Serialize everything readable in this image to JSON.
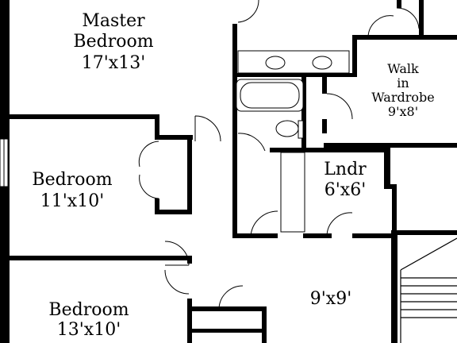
{
  "rooms": {
    "master_bedroom": {
      "name_line1": "Master",
      "name_line2": "Bedroom",
      "size": "17'x13'"
    },
    "walk_in_wardrobe": {
      "line1": "Walk",
      "line2": "in",
      "line3": "Wardrobe",
      "size": "9'x8'"
    },
    "bedroom_1": {
      "name": "Bedroom",
      "size": "11'x10'"
    },
    "laundry": {
      "name": "Lndr",
      "size": "6'x6'"
    },
    "bedroom_2": {
      "name": "Bedroom",
      "size": "13'x10'"
    },
    "landing": {
      "size": "9'x9'"
    }
  },
  "colors": {
    "wall": "#000000",
    "background": "#ffffff"
  }
}
